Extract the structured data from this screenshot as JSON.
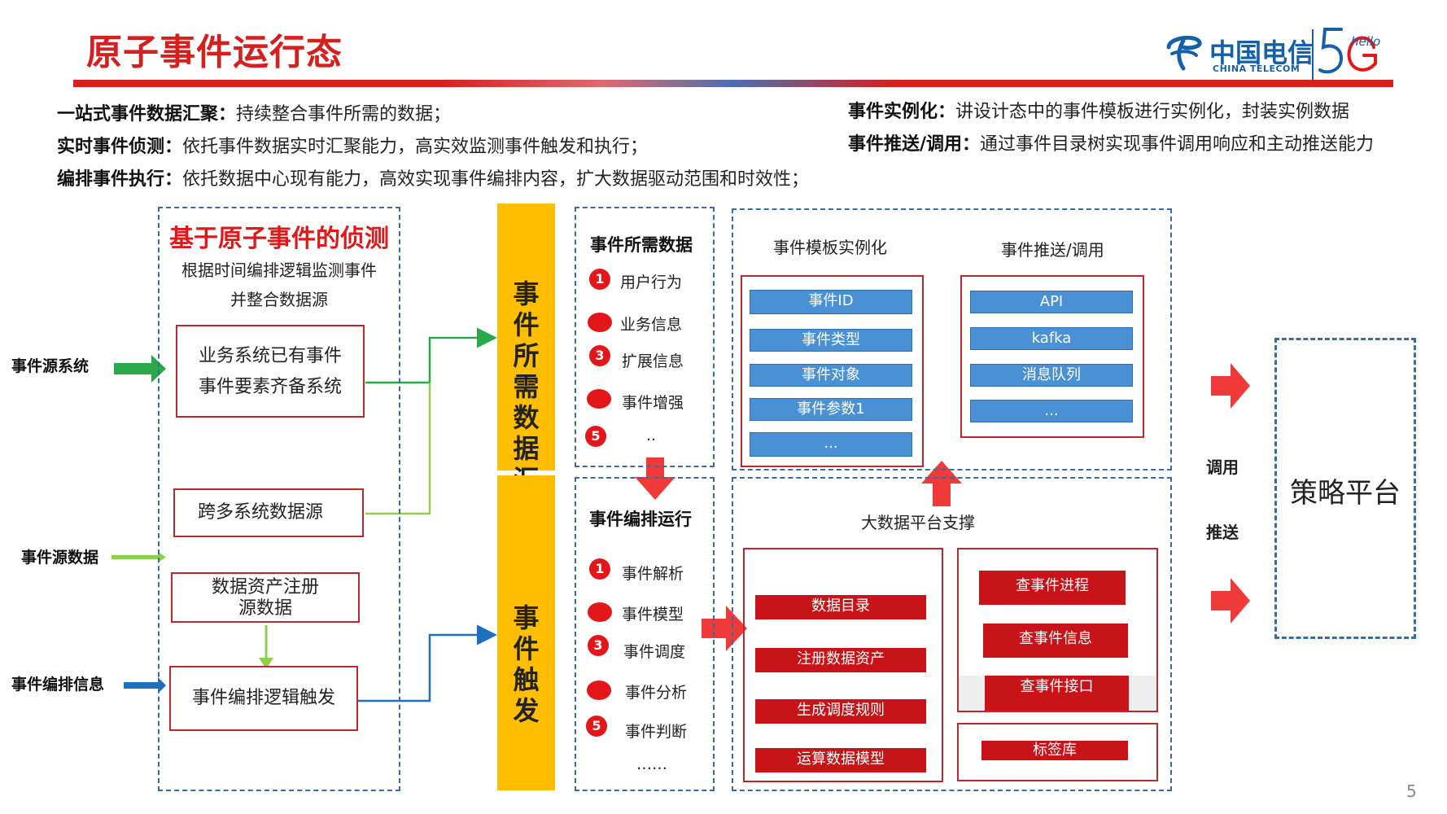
{
  "title": "原子事件运行态",
  "logo": {
    "cn": "中国电信",
    "en": "CHINA TELECOM",
    "mark_5g": "5G",
    "hello": "hello"
  },
  "intro": {
    "left": [
      {
        "label": "一站式事件数据汇聚：",
        "text": "持续整合事件所需的数据；"
      },
      {
        "label": "实时事件侦测：",
        "text": "依托事件数据实时汇聚能力，高实效监测事件触发和执行；"
      },
      {
        "label": "编排事件执行：",
        "text": "依托数据中心现有能力，高效实现事件编排内容，扩大数据驱动范围和时效性；"
      }
    ],
    "right": [
      {
        "label": "事件实例化：",
        "text": "讲设计态中的事件模板进行实例化，封装实例数据"
      },
      {
        "label": "事件推送/调用：",
        "text": "通过事件目录树实现事件调用响应和主动推送能力"
      }
    ]
  },
  "detection": {
    "title": "基于原子事件的侦测",
    "subtitle_line1": "根据时间编排逻辑监测事件",
    "subtitle_line2": "并整合数据源",
    "box1_line1": "业务系统已有事件",
    "box1_line2": "事件要素齐备系统",
    "box2": "跨多系统数据源",
    "box3_line1": "数据资产注册",
    "box3_line2": "源数据",
    "box4": "事件编排逻辑触发"
  },
  "sources": {
    "system": "事件源系统",
    "data": "事件源数据",
    "orchestration": "事件编排信息"
  },
  "stages": {
    "aggregate": "事件所需数据汇聚",
    "trigger": "事件触发"
  },
  "required_data": {
    "header": "事件所需数据",
    "items": [
      {
        "marker": "1",
        "label": "用户行为"
      },
      {
        "marker": "",
        "label": "业务信息"
      },
      {
        "marker": "3",
        "label": "扩展信息"
      },
      {
        "marker": "",
        "label": "事件增强"
      },
      {
        "marker": "5",
        "label": ".."
      }
    ]
  },
  "orchestration_run": {
    "header": "事件编排运行",
    "items": [
      {
        "marker": "1",
        "label": "事件解析"
      },
      {
        "marker": "",
        "label": "事件模型"
      },
      {
        "marker": "3",
        "label": "事件调度"
      },
      {
        "marker": "",
        "label": "事件分析"
      },
      {
        "marker": "5",
        "label": "事件判断"
      }
    ],
    "more": "……"
  },
  "template_instantiation": {
    "header": "事件模板实例化",
    "fields": [
      "事件ID",
      "事件类型",
      "事件对象",
      "事件参数1",
      "..."
    ]
  },
  "push_call": {
    "header": "事件推送/调用",
    "fields": [
      "API",
      "kafka",
      "消息队列",
      "..."
    ]
  },
  "bigdata": {
    "header": "大数据平台支撑",
    "left": [
      "数据目录",
      "注册数据资产",
      "生成调度规则",
      "运算数据模型"
    ],
    "right": [
      "查事件进程",
      "查事件信息",
      "查事件接口"
    ],
    "tag": "标签库"
  },
  "right_side": {
    "call": "调用",
    "push": "推送",
    "platform": "策略平台"
  },
  "page_number": "5",
  "colors": {
    "accent_red": "#d6201e",
    "stage_yellow": "#ffbf00",
    "field_blue": "#4a90d4",
    "field_red": "#c81418",
    "dashed_border": "#3b6c9e",
    "arrow_green": "#2aa84a",
    "arrow_lightgreen": "#8bd04a",
    "arrow_blue": "#1f6fbf"
  }
}
